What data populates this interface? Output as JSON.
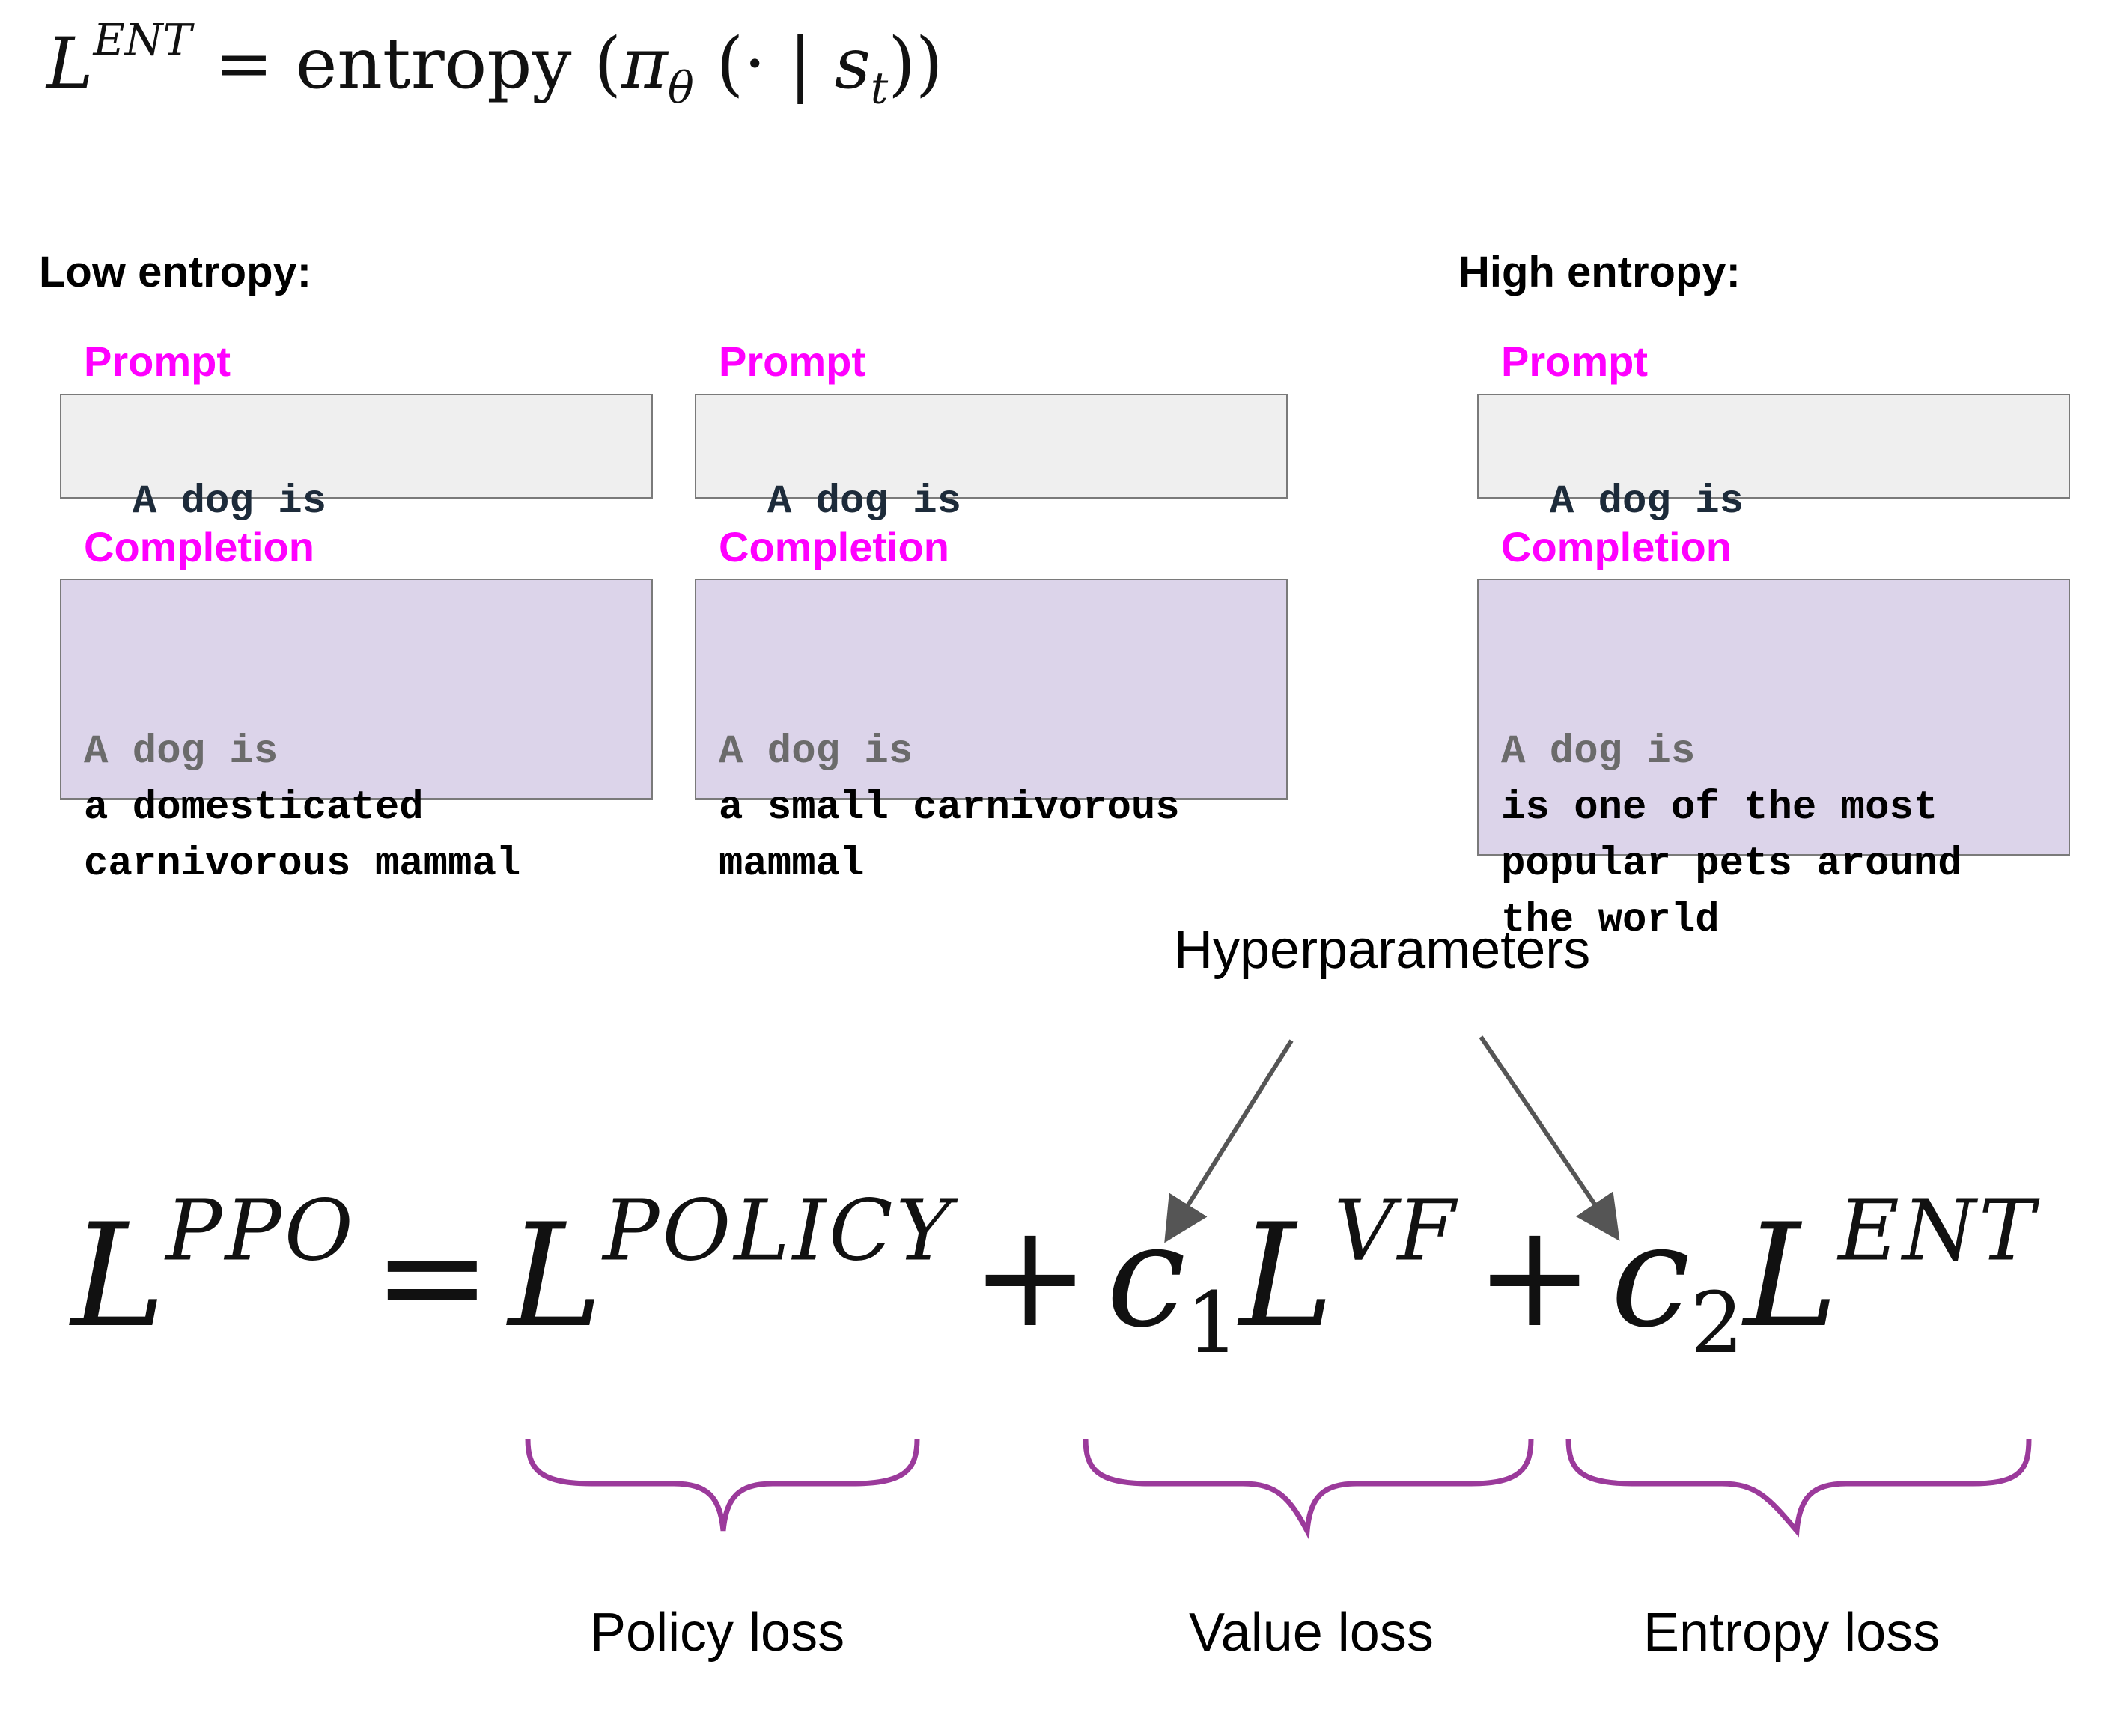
{
  "formula_top": {
    "L": "L",
    "sup": "ENT",
    "eq": "=",
    "fn": "entropy",
    "open": "(",
    "pi": "π",
    "theta": "θ",
    "args": "(· | ",
    "s": "s",
    "t": "t",
    "close": "))"
  },
  "headings": {
    "low": "Low entropy:",
    "high": "High entropy:"
  },
  "examples": [
    {
      "prompt_label": "Prompt",
      "prompt": "A dog is",
      "completion_label": "Completion",
      "completion_echo": "A dog is",
      "completion": "a domesticated\ncarnivorous mammal"
    },
    {
      "prompt_label": "Prompt",
      "prompt": "A dog is",
      "completion_label": "Completion",
      "completion_echo": "A dog is",
      "completion": "a small carnivorous\nmammal"
    },
    {
      "prompt_label": "Prompt",
      "prompt": "A dog is",
      "completion_label": "Completion",
      "completion_echo": "A dog is",
      "completion": "is one of the most\npopular pets around\nthe world"
    }
  ],
  "hyperparameters_label": "Hyperparameters",
  "ppo_formula": {
    "L1": "L",
    "sup1": "PPO",
    "eq": "=",
    "L2": "L",
    "sup2": "POLICY",
    "plus1": "+",
    "c1": "c",
    "sub1": "1",
    "L3": "L",
    "sup3": "VF",
    "plus2": "+",
    "c2": "c",
    "sub2": "2",
    "L4": "L",
    "sup4": "ENT"
  },
  "captions": {
    "policy": "Policy loss",
    "value": "Value loss",
    "entropy": "Entropy loss"
  },
  "colors": {
    "label": "#ff00ff",
    "brace": "#9b3a9b",
    "arrow": "#555555",
    "prompt_bg": "#efefef",
    "completion_bg": "#dcd4ea"
  }
}
